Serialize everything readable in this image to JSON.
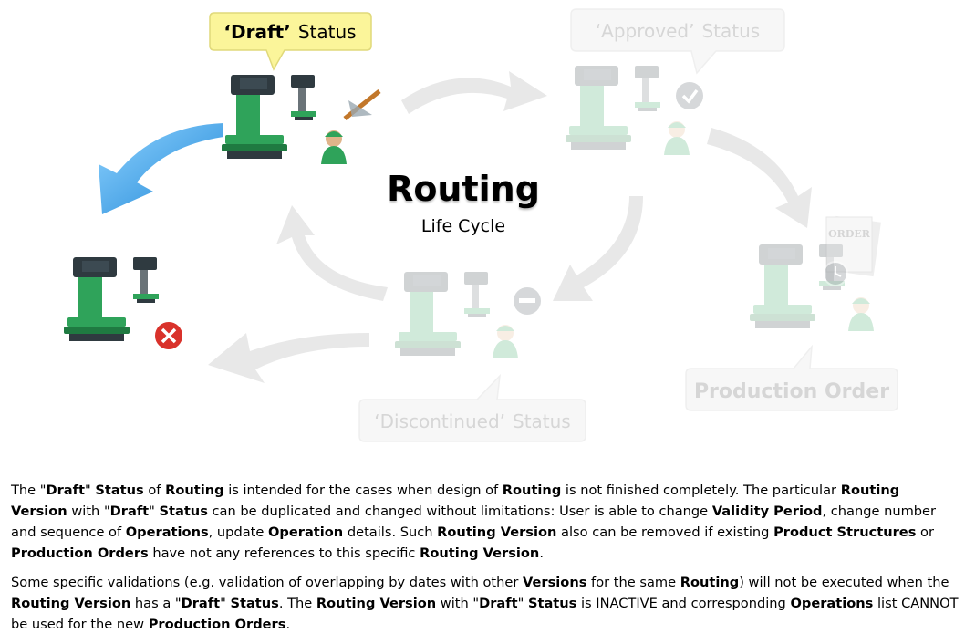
{
  "diagram": {
    "title": "Routing",
    "subtitle": "Life Cycle",
    "callouts": {
      "draft": {
        "quoted": "‘Draft’",
        "rest": "Status"
      },
      "approved": {
        "quoted": "‘Approved’",
        "rest": "Status"
      },
      "discontinued": {
        "quoted": "‘Discontinued’",
        "rest": "Status"
      },
      "production_order": "Production Order"
    },
    "order_doc_label": "ORDER",
    "colors": {
      "draft_callout_fill": "#fbf59a",
      "draft_callout_border": "#e0d97a",
      "active_arrow": "#2a9be0",
      "faded_arrow": "#e8e8e8",
      "machine_green": "#2fa35a",
      "machine_dark": "#2f3a40",
      "delete_badge": "#d9322b"
    },
    "icons": [
      "milling-machine-icon",
      "drill-press-icon",
      "worker-icon",
      "design-tools-icon",
      "checkmark-badge-icon",
      "minus-badge-icon",
      "delete-badge-icon",
      "order-document-icon",
      "clock-icon"
    ]
  },
  "paragraphs": {
    "p1": [
      {
        "t": "The \""
      },
      {
        "t": "Draft",
        "b": true
      },
      {
        "t": "\" "
      },
      {
        "t": "Status",
        "b": true
      },
      {
        "t": " of "
      },
      {
        "t": "Routing",
        "b": true
      },
      {
        "t": " is intended for the cases when design of "
      },
      {
        "t": "Routing",
        "b": true
      },
      {
        "t": " is not finished completely.  The particular "
      },
      {
        "t": "Routing Version",
        "b": true
      },
      {
        "t": " with \""
      },
      {
        "t": "Draft",
        "b": true
      },
      {
        "t": "\" "
      },
      {
        "t": "Status",
        "b": true
      },
      {
        "t": " can be duplicated and changed without limitations: User is able to change "
      },
      {
        "t": "Validity Period",
        "b": true
      },
      {
        "t": ", change number and sequence of "
      },
      {
        "t": "Operations",
        "b": true
      },
      {
        "t": ", update "
      },
      {
        "t": "Operation",
        "b": true
      },
      {
        "t": " details.  Such "
      },
      {
        "t": "Routing Version",
        "b": true
      },
      {
        "t": " also can be removed if existing "
      },
      {
        "t": "Product Structures",
        "b": true
      },
      {
        "t": " or "
      },
      {
        "t": "Production Orders",
        "b": true
      },
      {
        "t": " have not any references  to this specific "
      },
      {
        "t": "Routing Version",
        "b": true
      },
      {
        "t": "."
      }
    ],
    "p2": [
      {
        "t": "Some specific validations (e.g. validation of overlapping by dates with other "
      },
      {
        "t": "Versions",
        "b": true
      },
      {
        "t": " for the same "
      },
      {
        "t": "Routing",
        "b": true
      },
      {
        "t": ") will not be executed when the "
      },
      {
        "t": "Routing Version",
        "b": true
      },
      {
        "t": " has a \""
      },
      {
        "t": "Draft",
        "b": true
      },
      {
        "t": "\" "
      },
      {
        "t": "Status",
        "b": true
      },
      {
        "t": ".  The "
      },
      {
        "t": "Routing Version",
        "b": true
      },
      {
        "t": " with \""
      },
      {
        "t": "Draft",
        "b": true
      },
      {
        "t": "\" "
      },
      {
        "t": "Status",
        "b": true
      },
      {
        "t": " is INACTIVE and corresponding "
      },
      {
        "t": "Operations",
        "b": true
      },
      {
        "t": " list CANNOT be used for the new "
      },
      {
        "t": "Production Orders",
        "b": true
      },
      {
        "t": "."
      }
    ]
  }
}
